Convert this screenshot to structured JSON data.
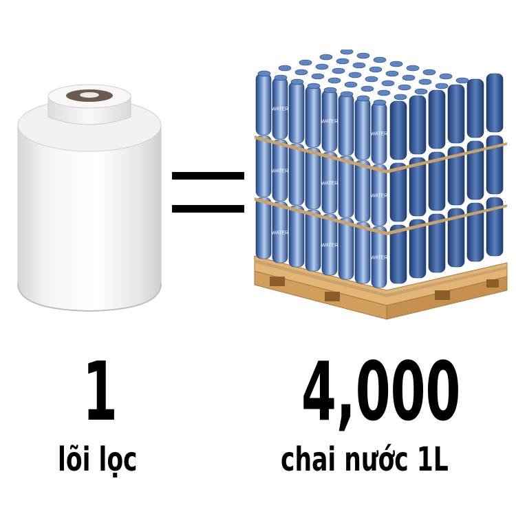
{
  "left": {
    "count": "1",
    "caption": "lõi lọc",
    "image_icon": "filter-cartridge-icon"
  },
  "equals_icon": "equals-sign-icon",
  "right": {
    "count": "4,000",
    "caption": "chai nước 1L",
    "image_icon": "water-bottle-pallet-icon",
    "bottle_label": "WATER"
  },
  "colors": {
    "background": "#ffffff",
    "text": "#000000",
    "bottle_blue": "#3a5d9e",
    "pallet_wood": "#d9a866"
  }
}
